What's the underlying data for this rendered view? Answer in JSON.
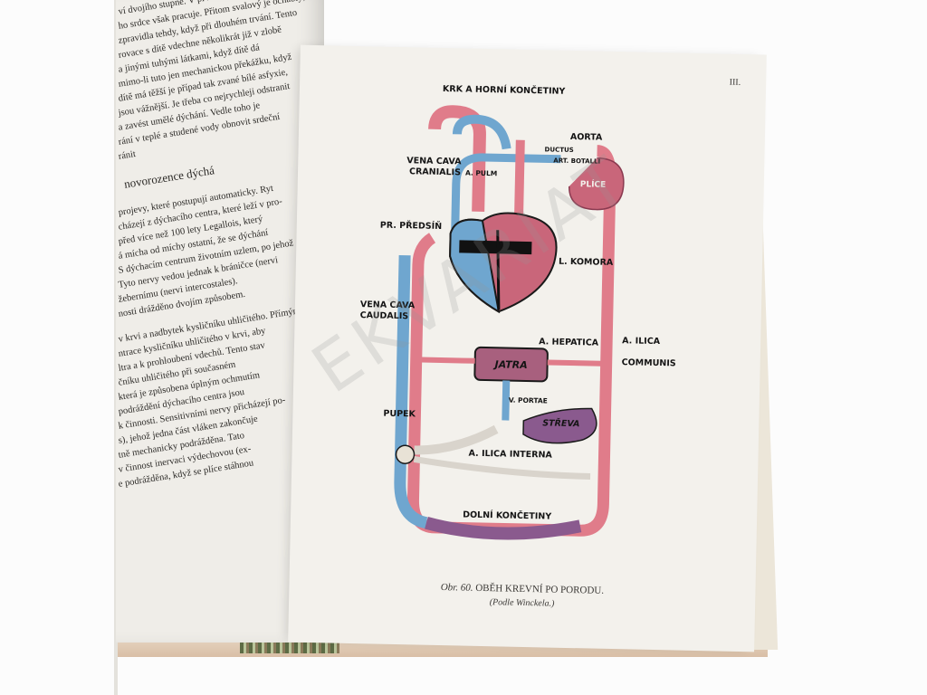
{
  "left_page": {
    "lines": [
      "ví dvojího stupně. V prvém stupni je novorozenec",
      "ho srdce však pracuje. Přitom svalový je ochablý,",
      "zpravidla tehdy, když při dlouhém trvání. Tento",
      "rovace s dítě vdechne několikrát již v zlobě",
      "a jinými tuhými látkami, když dítě dá",
      "mimo-li tuto jen mechanickou překážku, když",
      "dítě má těžší je případ tak zvané bílé asfyxie,",
      "jsou vážnější. Je třeba co nejrychleji odstranit",
      "a zavést umělé dýchání. Vedle toho je",
      "rání v teplé a studené vody obnovit srdeční",
      "ránit",
      "novorozence dýchá",
      "projevy, které postupují automaticky. Ryt",
      "cházejí z dýchacího centra, které leží v pro-",
      "před více než 100 lety Legallois, který",
      "á mícha od míchy ostatní, že se dýchání",
      "S dýchacím centrum životním uzlem, po jehož",
      "Tyto nervy vedou jednak k bráničce (nervi",
      "žebernímu (nervi intercostales).",
      "nosti drážděno dvojím způsobem.",
      "v krvi a nadbytek kysličníku uhličitého. Přímým",
      "ntrace kysličníku uhličitého v krvi, aby",
      "ltra a k prohloubení vdechů. Tento stav",
      "čníku uhličitého při současném",
      "která je způsobena úplným ochmutím",
      "podráždění dýchacího centra jsou",
      "k činnosti. Sensitivními nervy přicházejí po-",
      "s), jehož jedna část vláken zakončuje",
      "tně mechanicky podrážděna. Tato",
      "v činnost inervaci výdechovou (ex-",
      "e podrážděna, když se plíce stáhnou"
    ]
  },
  "right_page": {
    "page_number": "III.",
    "labels": {
      "neck": "KRK A HORNÍ KONČETINY",
      "aorta": "AORTA",
      "ductus": "DUCTUS",
      "art_botalli": "ART. BOTALLI",
      "a_pulm": "A. PULM",
      "plice": "PLÍCE",
      "vena_cava_cranialis_1": "VENA CAVA",
      "vena_cava_cranialis_2": "CRANIALIS",
      "pr_predsin": "PR. PŘEDSÍŇ",
      "l_komora": "L. KOMORA",
      "vena_cava_caudalis_1": "VENA CAVA",
      "vena_cava_caudalis_2": "CAUDALIS",
      "jatra": "JATRA",
      "a_hepatica": "A. HEPATICA",
      "a_ilica_1": "A. ILICA",
      "a_ilica_2": "COMMUNIS",
      "v_portae": "V. PORTAE",
      "streva": "STŘEVA",
      "pupek": "PUPEK",
      "a_ilica_interna": "A. ILICA INTERNA",
      "dolni": "DOLNÍ KONČETINY"
    },
    "caption_prefix": "Obr. 60.",
    "caption_title": "OBĚH KREVNÍ PO PORODU.",
    "caption_source": "(Podle Winckela.)"
  },
  "watermark": "EKVARIAT",
  "colors": {
    "artery": "#e07c8a",
    "vein": "#6fa6cf",
    "mixed": "#8a5a8e",
    "organ": "#c9667a",
    "page": "#f3f1ec"
  }
}
